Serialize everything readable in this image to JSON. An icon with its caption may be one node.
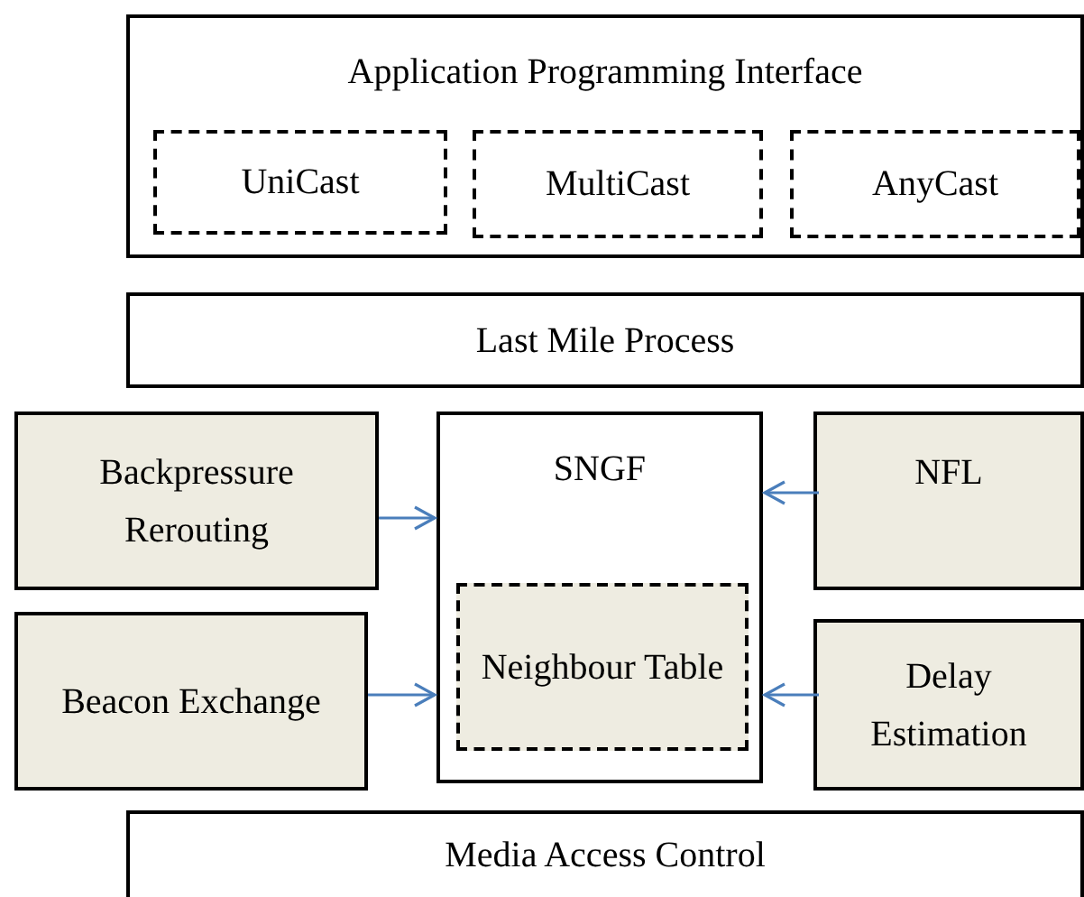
{
  "diagram": {
    "nodes": [
      {
        "text": [
          "Application Programming Interface"
        ]
      },
      {
        "text": [
          "UniCast"
        ],
        "in": 0
      },
      {
        "text": [
          "MultiCast"
        ],
        "in": 0
      },
      {
        "text": [
          "AnyCast"
        ],
        "in": 0
      },
      {
        "text": [
          "Last Mile Process"
        ]
      },
      {
        "text": [
          "Backpressure Rerouting"
        ]
      },
      {
        "text": [
          "SNGF"
        ]
      },
      {
        "text": [
          "Neighbour Table"
        ],
        "in": 6
      },
      {
        "text": [
          "NFL"
        ]
      },
      {
        "text": [
          "Beacon Exchange"
        ]
      },
      {
        "text": [
          "Delay Estimation"
        ]
      },
      {
        "text": [
          "Media Access Control"
        ]
      }
    ],
    "edges": [
      {
        "from": 5,
        "to": 6,
        "arrow": "to"
      },
      {
        "from": 8,
        "to": 6,
        "arrow": "to"
      },
      {
        "from": 9,
        "to": 6,
        "arrow": "to"
      },
      {
        "from": 10,
        "to": 6,
        "arrow": "to"
      }
    ]
  }
}
